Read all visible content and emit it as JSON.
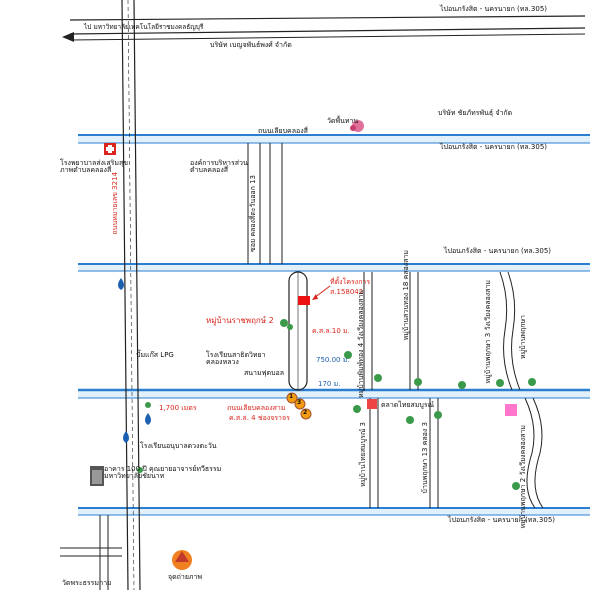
{
  "colors": {
    "canal": "#2a7fd1",
    "road": "#222222",
    "accent": "#d9251c",
    "highlight": "#e2f0fb"
  },
  "labels": {
    "top_right_direction": "ไปอนภรังสิต - นครนายก (ทล.305)",
    "top_left_direction": "ไป มหาวิทยาลัยเทคโนโลยีราชมงคลธัญบุรี",
    "company_1": "บริษัท เบญจพันธ์พงศ์ จำกัด",
    "temple_top": "วัดพื้นทาน",
    "company_2": "บริษัท ชัยภัทรพันธุ์ จำกัด",
    "canal_road_4": "ถนนเลียบคลองสี่",
    "dir_row2": "ไปอนภรังสิต - นครนายก (ทล.305)",
    "hospital": "โรงพยาบาลส่งเสริมสุขภาพตำบลคลองสี่",
    "tambon_office": "องค์การบริหารส่วนตำบลคลองสี่",
    "highway_3214": "ถนนหมายเลข 3214",
    "soi_13": "ซอย คลองสี่ตะวันออก 13",
    "dir_row3": "ไปอนภรังสิต - นครนายก (ทล.305)",
    "project_title": "ที่ตั้งโครงการ",
    "project_code": "ส.158042",
    "village_name": "หมู่บ้านราชพฤกษ์ 2",
    "village_right_1": "หมู่บ้านพิมพ์ทอง 4 วังเวียงคลองสาม",
    "village_right_2": "หมู่บ้านสวนทอง 18 คลองสาม",
    "village_right_3": "หมู่บ้านพฤกษา 3 วังเวียงคลองสาม",
    "village_right_4": "หมู่บ้านพฤกษา",
    "kss_10m": "ค.ส.ล.10 ม.",
    "dist_750": "750.00 ม.",
    "dist_170": "170 ม.",
    "sports_field": "สนามฟุตบอล",
    "lpg": "ปั๊มแก๊ส LPG",
    "school_1": "โรงเรียนสาธิตวิทยาคลองหลวง",
    "distance_1700": "1,700 เมตร",
    "canal_road_3": "ถนนเลียบคลองสาม",
    "kss_4_lanes": "ค.ส.ล. 4 ช่องจราจร",
    "market": "ตลาดไทยสมบูรณ์",
    "village_lower_1": "หมู่บ้านไทยสมบูรณ์ 3",
    "village_lower_2": "บ้านพฤกษา 13 คลอง 3",
    "village_lower_3": "หมู่บ้านพฤกษา 2 วังเวียงคลองสาม",
    "school_2": "โรงเรียนอนุบาลดวงตะวัน",
    "building": "อาคาร 100 ปี คุณยายอาจารย์ทวีธรรม มหาวิทยาลัยชัยนาท",
    "dir_bottom": "ไปอนภรังสิต - นครนายก (ทล.305)",
    "temple_bottom": "วัดพระธรรมกาย",
    "viewpoint": "จุดถ่ายภาพ",
    "marker_1": "1",
    "marker_2": "2",
    "marker_3": "3"
  }
}
